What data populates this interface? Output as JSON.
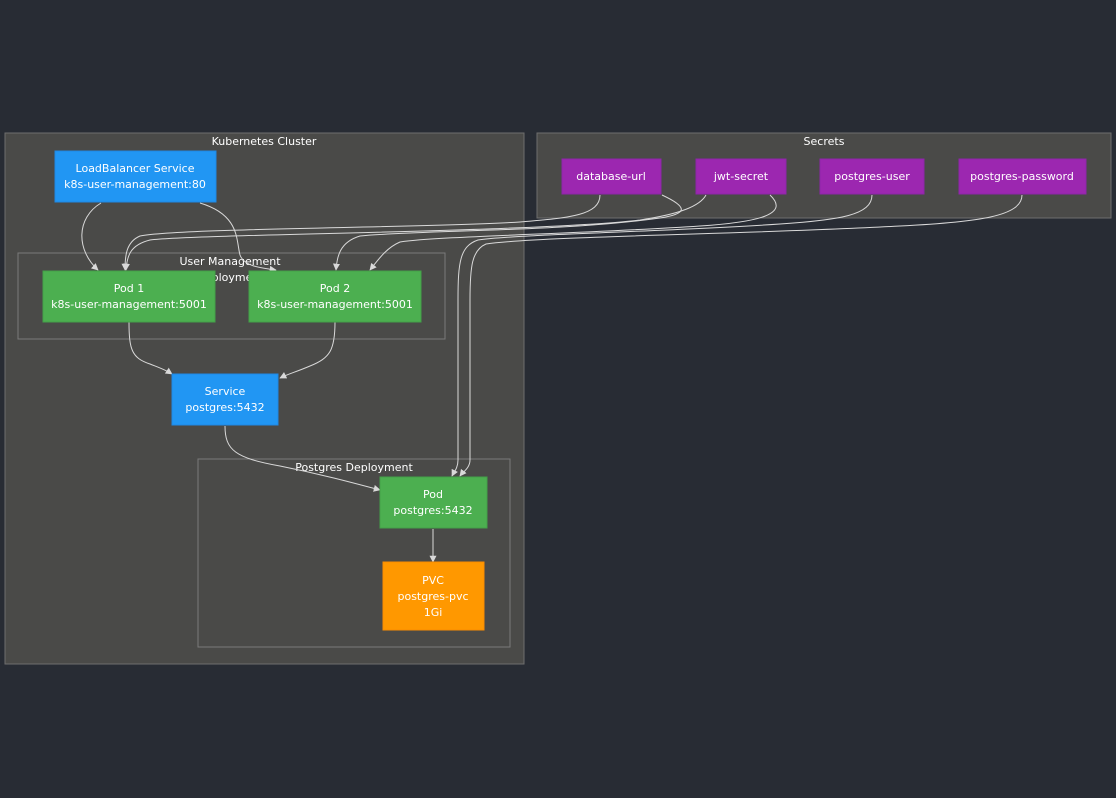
{
  "diagram": {
    "clusters": {
      "kubernetes": {
        "title": "Kubernetes Cluster"
      },
      "secrets": {
        "title": "Secrets"
      },
      "user_management": {
        "title": "User Management Deployment",
        "title_visible": "User Management",
        "title_clipped": "ployme"
      },
      "postgres_deployment": {
        "title": "Postgres Deployment"
      }
    },
    "nodes": {
      "loadbalancer": {
        "line1": "LoadBalancer Service",
        "line2": "k8s-user-management:80"
      },
      "pod1": {
        "line1": "Pod 1",
        "line2": "k8s-user-management:5001"
      },
      "pod2": {
        "line1": "Pod 2",
        "line2": "k8s-user-management:5001"
      },
      "service": {
        "line1": "Service",
        "line2": "postgres:5432"
      },
      "pg_pod": {
        "line1": "Pod",
        "line2": "postgres:5432"
      },
      "pvc": {
        "line1": "PVC",
        "line2": "postgres-pvc",
        "line3": "1Gi"
      },
      "database_url": {
        "label": "database-url"
      },
      "jwt_secret": {
        "label": "jwt-secret"
      },
      "postgres_user": {
        "label": "postgres-user"
      },
      "postgres_password": {
        "label": "postgres-password"
      }
    },
    "colors": {
      "background": "#282c34",
      "cluster_fill": "#4a4a48",
      "service_node": "#2196f3",
      "pod_node": "#4caf50",
      "secret_node": "#9c27b0",
      "storage_node": "#ff9800",
      "edge": "#d9d9d9",
      "text": "#ffffff"
    }
  }
}
